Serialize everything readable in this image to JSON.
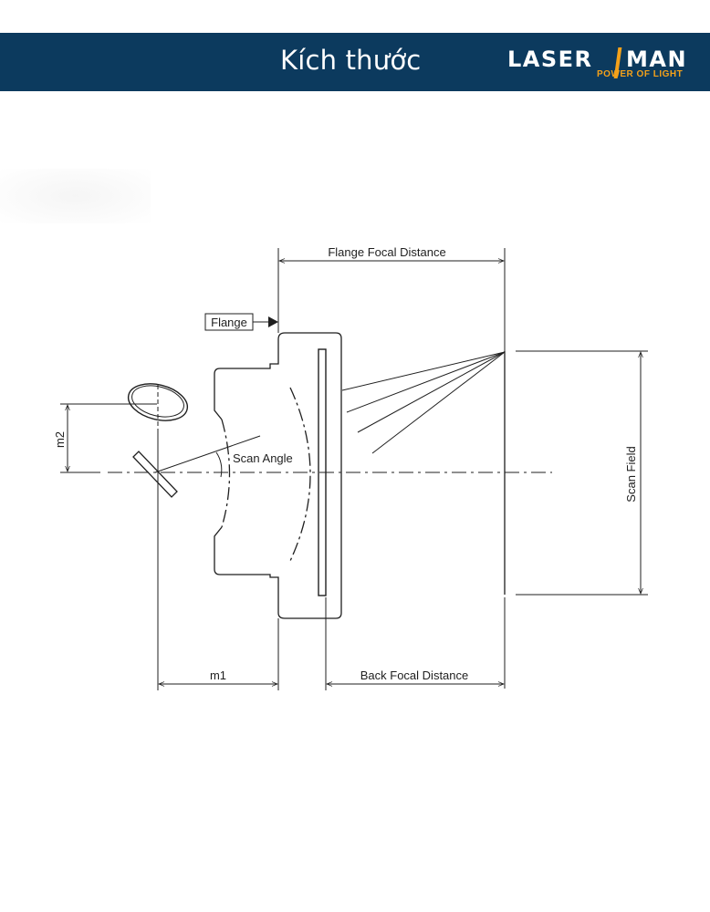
{
  "header": {
    "title": "Kích thước",
    "logo": {
      "word_left": "LASER",
      "word_right": "MAN",
      "tagline": "POWER OF LIGHT"
    }
  },
  "diagram": {
    "labels": {
      "flange_focal_distance": "Flange Focal Distance",
      "flange": "Flange",
      "scan_angle": "Scan Angle",
      "scan_field": "Scan Field",
      "m1": "m1",
      "m2": "m2",
      "back_focal_distance": "Back Focal Distance"
    }
  },
  "colors": {
    "header_bg": "#0c3a5e",
    "logo_accent": "#f4a11a",
    "line": "#1f1f1f"
  }
}
